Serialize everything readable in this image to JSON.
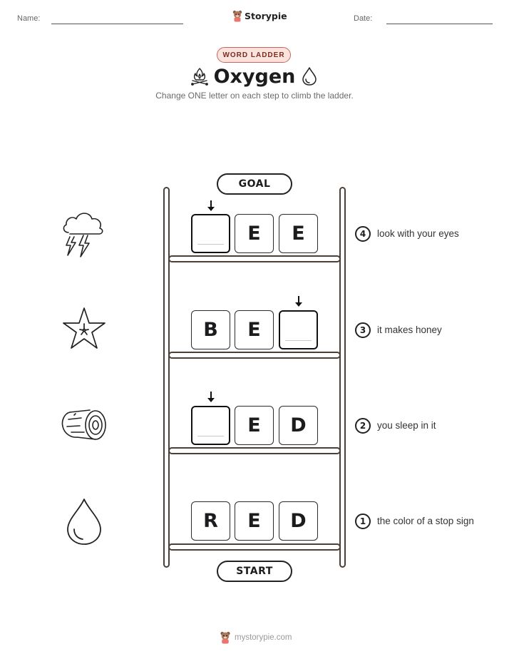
{
  "header": {
    "name_label": "Name:",
    "date_label": "Date:",
    "brand": "Storypie"
  },
  "worksheet": {
    "badge": "WORD LADDER",
    "title": "Oxygen",
    "title_icons": [
      "campfire-icon",
      "water-drop-icon"
    ],
    "instructions": "Change ONE letter on each step to climb the ladder."
  },
  "ladder": {
    "goal_label": "GOAL",
    "start_label": "START",
    "rows": [
      {
        "step": "4",
        "clue": "look with your eyes",
        "picture": "storm-cloud-icon",
        "letters": [
          "",
          "E",
          "E"
        ],
        "changed_index": 0
      },
      {
        "step": "3",
        "clue": "it makes honey",
        "picture": "starfruit-icon",
        "letters": [
          "B",
          "E",
          ""
        ],
        "changed_index": 2
      },
      {
        "step": "2",
        "clue": "you sleep in it",
        "picture": "log-icon",
        "letters": [
          "",
          "E",
          "D"
        ],
        "changed_index": 0
      },
      {
        "step": "1",
        "clue": "the color of a stop sign",
        "picture": "water-drop-icon",
        "letters": [
          "R",
          "E",
          "D"
        ],
        "changed_index": null
      }
    ]
  },
  "footer": {
    "url": "mystorypie.com"
  },
  "colors": {
    "badge_border": "#c9655a",
    "badge_fill": "#fbe3dd",
    "ladder_wood": "#4b4037"
  }
}
